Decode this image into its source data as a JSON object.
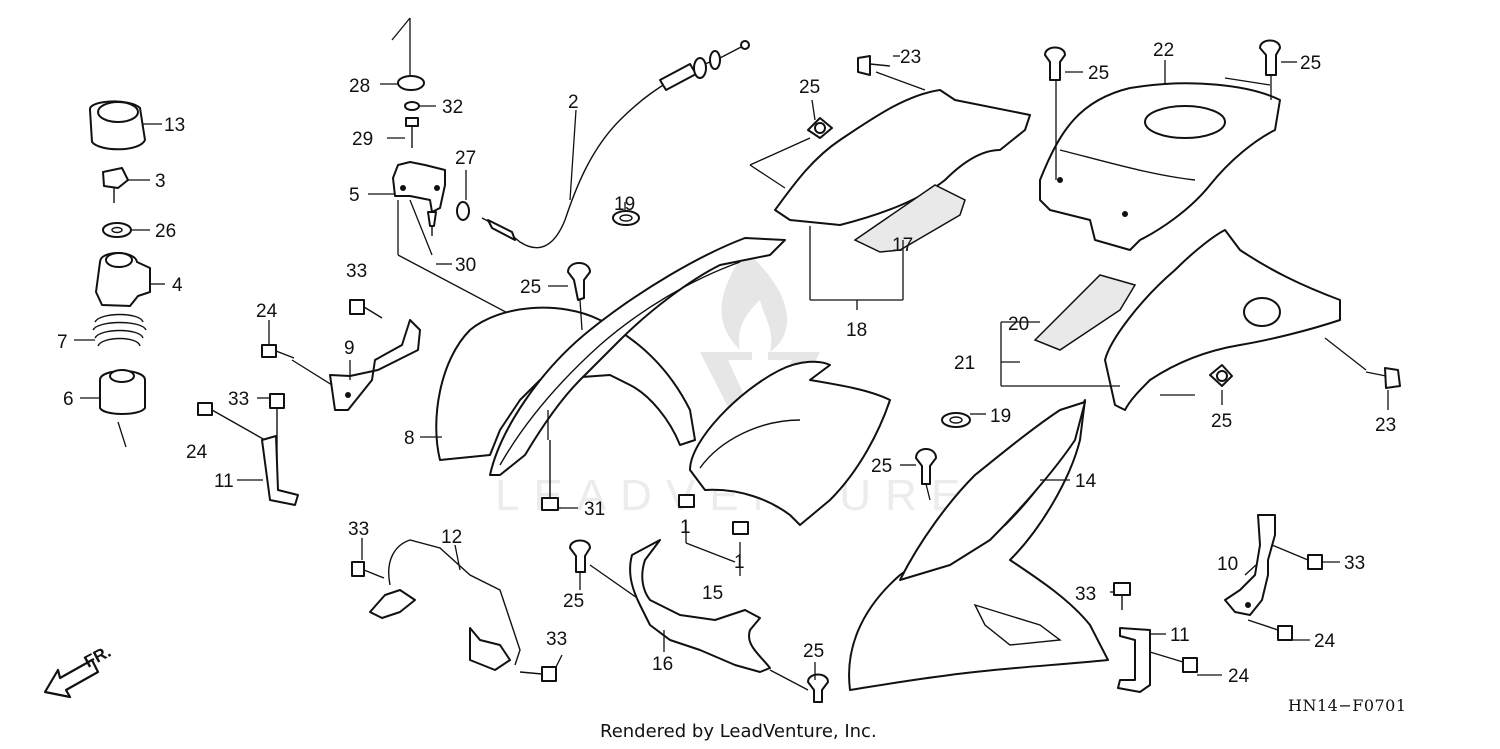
{
  "diagram": {
    "callouts": [
      {
        "id": "c13",
        "label": "13"
      },
      {
        "id": "c3",
        "label": "3"
      },
      {
        "id": "c26",
        "label": "26"
      },
      {
        "id": "c4",
        "label": "4"
      },
      {
        "id": "c7",
        "label": "7"
      },
      {
        "id": "c6",
        "label": "6"
      },
      {
        "id": "c28",
        "label": "28"
      },
      {
        "id": "c32",
        "label": "32"
      },
      {
        "id": "c29",
        "label": "29"
      },
      {
        "id": "c5",
        "label": "5"
      },
      {
        "id": "c27",
        "label": "27"
      },
      {
        "id": "c30",
        "label": "30"
      },
      {
        "id": "c2",
        "label": "2"
      },
      {
        "id": "c33a",
        "label": "33"
      },
      {
        "id": "c9",
        "label": "9"
      },
      {
        "id": "c24a",
        "label": "24"
      },
      {
        "id": "c33b",
        "label": "33"
      },
      {
        "id": "c24b",
        "label": "24"
      },
      {
        "id": "c11a",
        "label": "11"
      },
      {
        "id": "c8",
        "label": "8"
      },
      {
        "id": "c25a",
        "label": "25"
      },
      {
        "id": "c19a",
        "label": "19"
      },
      {
        "id": "c31",
        "label": "31"
      },
      {
        "id": "c1a",
        "label": "1"
      },
      {
        "id": "c1b",
        "label": "1"
      },
      {
        "id": "c15",
        "label": "15"
      },
      {
        "id": "c23a",
        "label": "23"
      },
      {
        "id": "c25b",
        "label": "25"
      },
      {
        "id": "c17",
        "label": "17"
      },
      {
        "id": "c18",
        "label": "18"
      },
      {
        "id": "c25c",
        "label": "25"
      },
      {
        "id": "c22",
        "label": "22"
      },
      {
        "id": "c25d",
        "label": "25"
      },
      {
        "id": "c20",
        "label": "20"
      },
      {
        "id": "c21",
        "label": "21"
      },
      {
        "id": "c25e",
        "label": "25"
      },
      {
        "id": "c23b",
        "label": "23"
      },
      {
        "id": "c19b",
        "label": "19"
      },
      {
        "id": "c25f",
        "label": "25"
      },
      {
        "id": "c14",
        "label": "14"
      },
      {
        "id": "c33c",
        "label": "33"
      },
      {
        "id": "c12",
        "label": "12"
      },
      {
        "id": "c33d",
        "label": "33"
      },
      {
        "id": "c25g",
        "label": "25"
      },
      {
        "id": "c16",
        "label": "16"
      },
      {
        "id": "c25h",
        "label": "25"
      },
      {
        "id": "c10",
        "label": "10"
      },
      {
        "id": "c33e",
        "label": "33"
      },
      {
        "id": "c24c",
        "label": "24"
      },
      {
        "id": "c33f",
        "label": "33"
      },
      {
        "id": "c11b",
        "label": "11"
      },
      {
        "id": "c24d",
        "label": "24"
      }
    ],
    "front_label": "FR.",
    "diagram_code": "HN14−F0701",
    "footer": "Rendered by LeadVenture, Inc.",
    "watermark_text": "LEADVENTURE"
  }
}
